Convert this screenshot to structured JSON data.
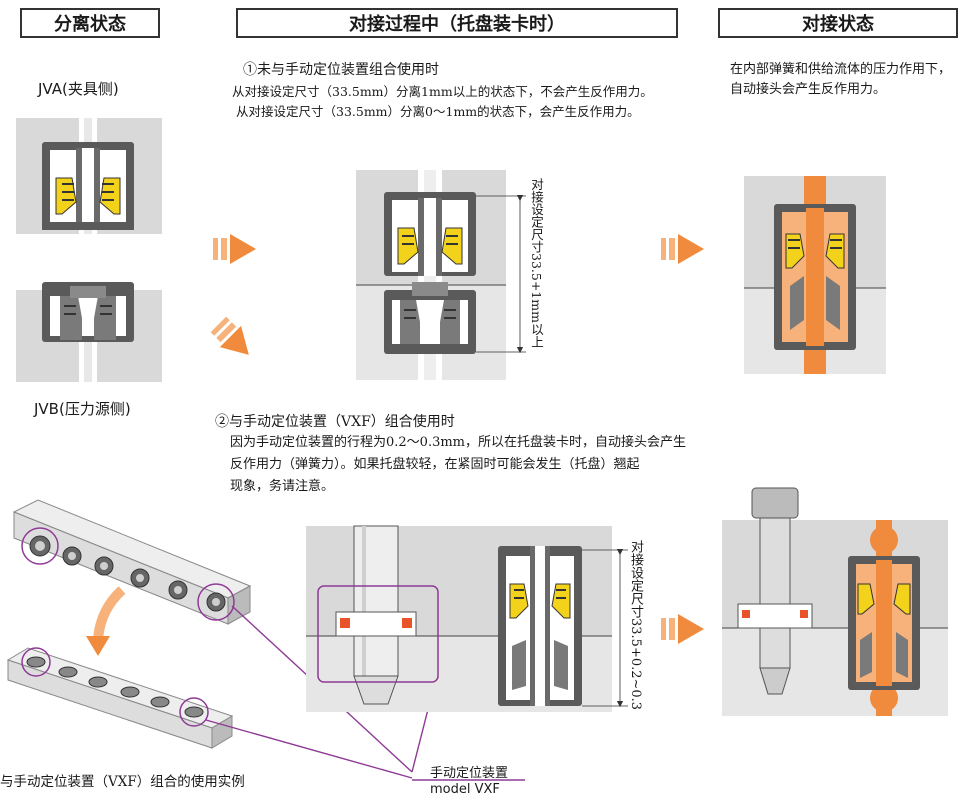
{
  "headers": {
    "separated": "分离状态",
    "connecting": "对接过程中（托盘装卡时）",
    "connected": "对接状态"
  },
  "left": {
    "jva_label": "JVA(夹具侧)",
    "jvb_label": "JVB(压力源侧)"
  },
  "middle": {
    "case1_title": "①未与手动定位装置组合使用时",
    "case1_line1": "从对接设定尺寸（33.5mm）分离1mm以上的状态下，不会产生反作用力。",
    "case1_line2": "从对接设定尺寸（33.5mm）分离0～1mm的状态下，会产生反作用力。",
    "dim1": "对接设定尺寸33.5+1mm以上",
    "case2_title": "②与手动定位装置（VXF）组合使用时",
    "case2_line1": "因为手动定位装置的行程为0.2～0.3mm，所以在托盘装卡时，自动接头会产生",
    "case2_line2": "反作用力（弹簧力）。如果托盘较轻，在紧固时可能会发生（托盘）翘起",
    "case2_line3": "现象，务请注意。",
    "dim2": "对接设定尺寸33.5+0.2~0.3"
  },
  "right": {
    "desc_line1": "在内部弹簧和供给流体的压力作用下，",
    "desc_line2": "自动接头会产生反作用力。"
  },
  "bottom": {
    "example_caption": "与手动定位装置（VXF）组合的使用实例",
    "device_name": "手动定位装置",
    "device_model": "model VXF"
  },
  "colors": {
    "orange": "#f08a3c",
    "orange_light": "#f6b27a",
    "yellow": "#f3d21b",
    "gray_panel": "#d9d9d9",
    "body_dark": "#5a5a5a",
    "purple": "#8e3a96"
  }
}
